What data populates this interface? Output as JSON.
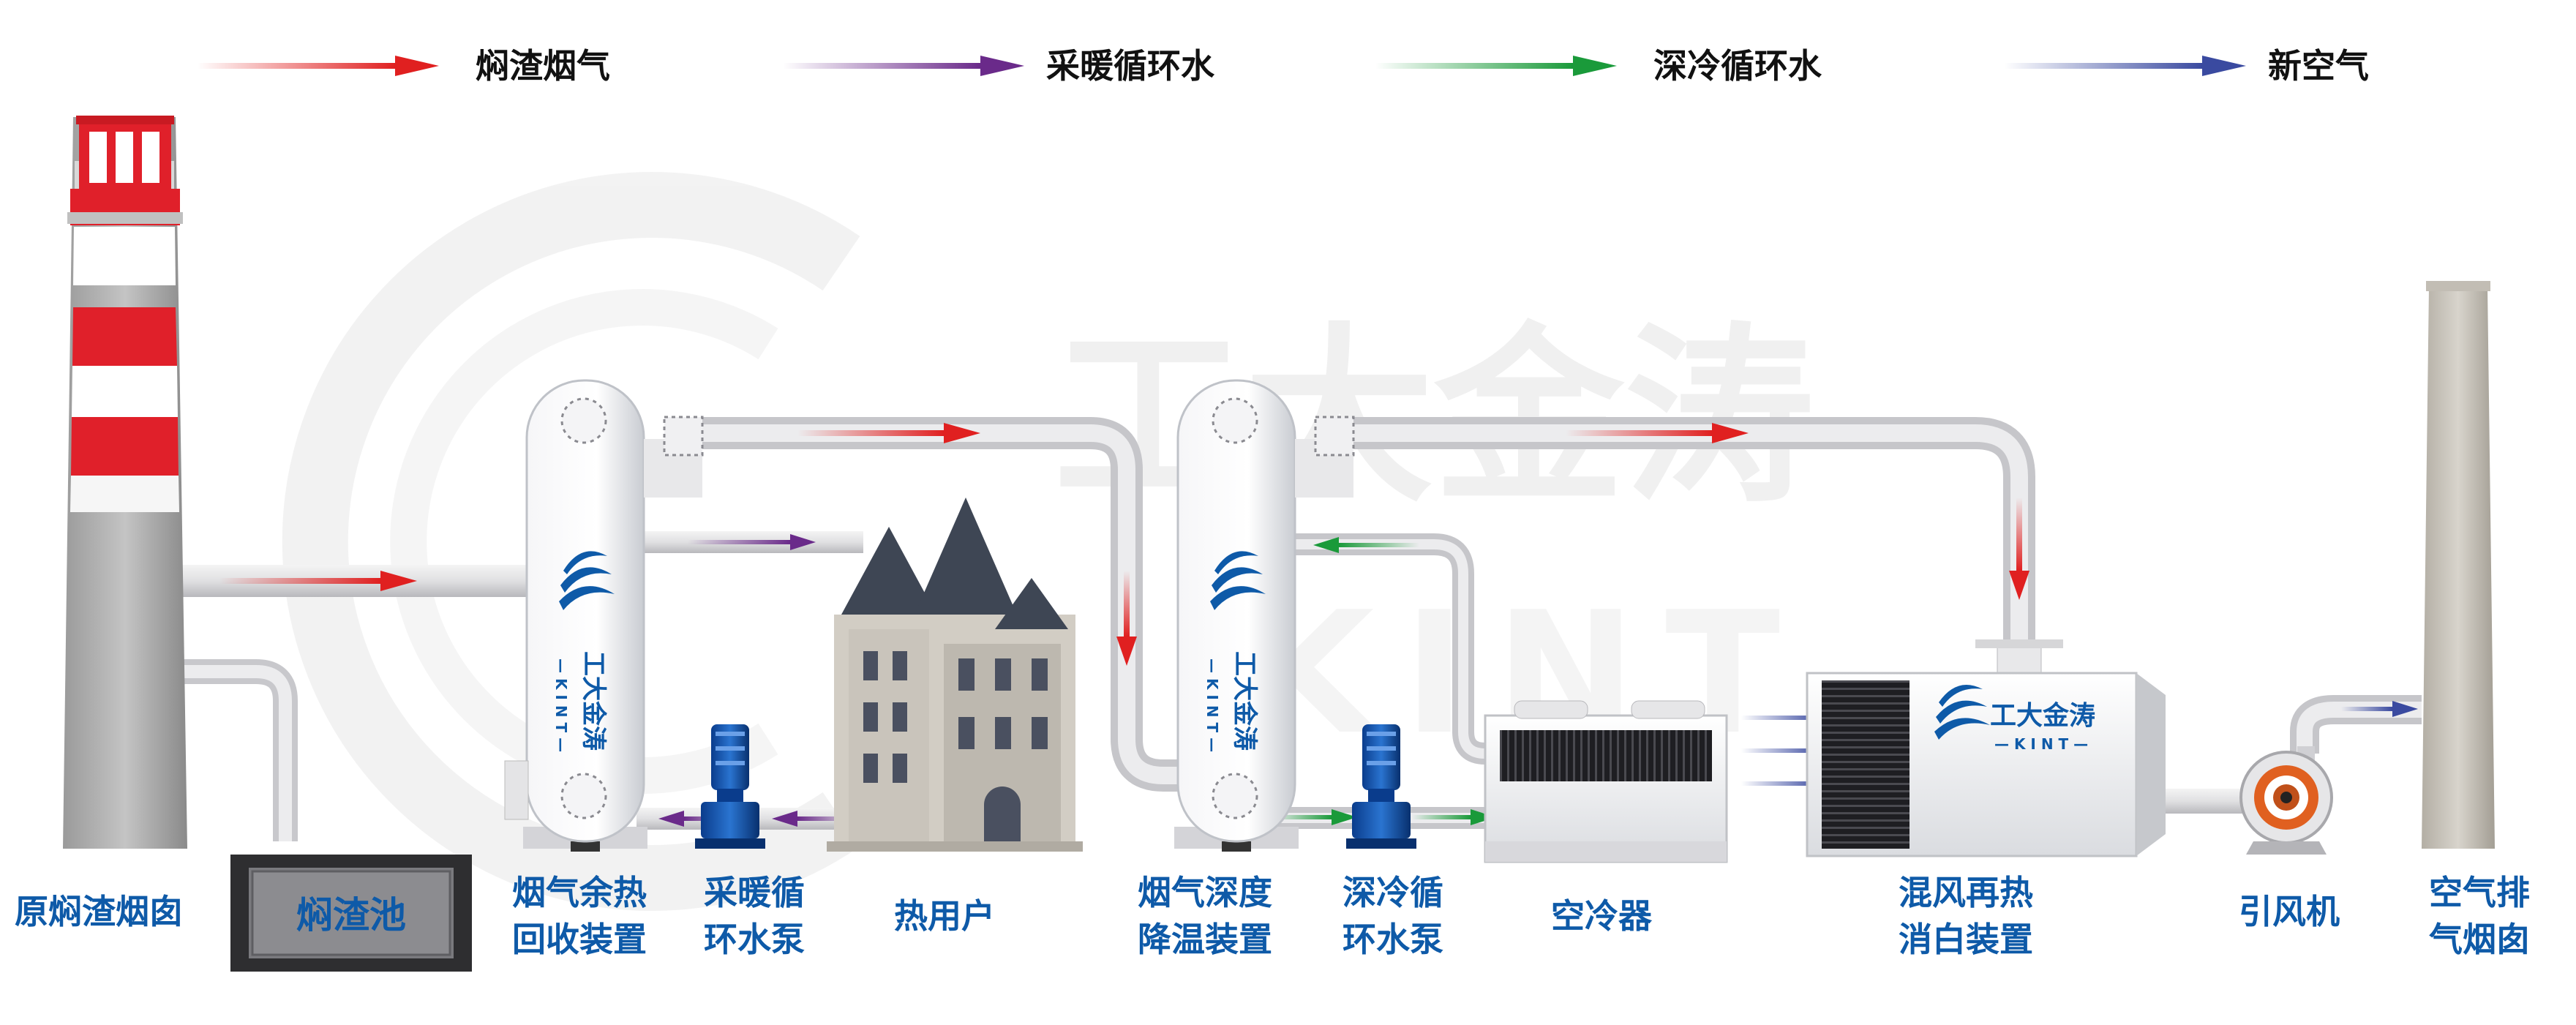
{
  "legend": {
    "items": [
      {
        "label": "焖渣烟气",
        "color": "#e02020"
      },
      {
        "label": "采暖循环水",
        "color": "#6a2a8a"
      },
      {
        "label": "深冷循环水",
        "color": "#1a9a3a"
      },
      {
        "label": "新空气",
        "color": "#3a4aa0"
      }
    ]
  },
  "watermark": {
    "brand_cn": "工大金涛",
    "brand_en": "KINT"
  },
  "logo": {
    "cn": "工大金涛",
    "en": "— K I N T —"
  },
  "components": {
    "raw_chimney": "原焖渣烟囱",
    "slag_pit": "焖渣池",
    "heat_recovery_line1": "烟气余热",
    "heat_recovery_line2": "回收装置",
    "heating_pump_line1": "采暖循",
    "heating_pump_line2": "环水泵",
    "heat_user": "热用户",
    "deep_cooling_line1": "烟气深度",
    "deep_cooling_line2": "降温装置",
    "cold_pump_line1": "深冷循",
    "cold_pump_line2": "环水泵",
    "air_cooler": "空冷器",
    "mixing_reheat_line1": "混风再热",
    "mixing_reheat_line2": "消白装置",
    "induced_fan": "引风机",
    "exhaust_line1": "空气排",
    "exhaust_line2": "气烟囱"
  }
}
